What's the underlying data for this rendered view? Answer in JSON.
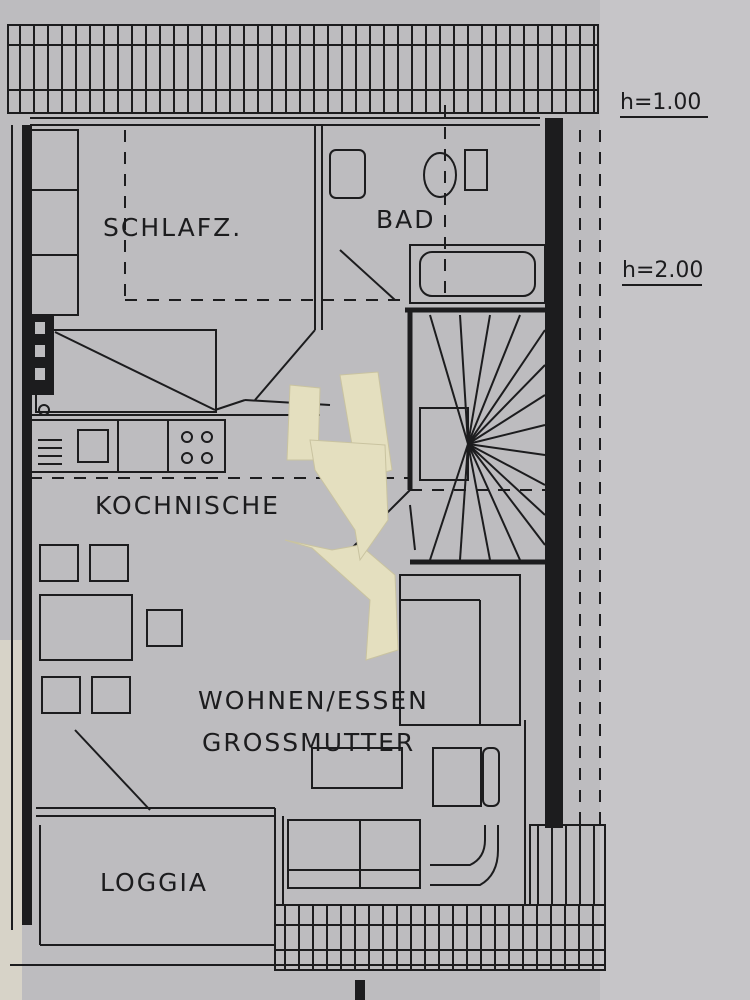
{
  "rooms": {
    "schlafz": "SCHLAFZ.",
    "bad": "BAD",
    "kochnische": "KOCHNISCHE",
    "wohnen_line1": "WOHNEN/ESSEN",
    "wohnen_line2": "GROSSMUTTER",
    "loggia": "LOGGIA"
  },
  "heights": {
    "h1": "h=1.00",
    "h2": "h=2.00"
  },
  "colors": {
    "paper": "#bdbcbf",
    "ink": "#1c1c1e",
    "tape": "#e4dfbf"
  }
}
